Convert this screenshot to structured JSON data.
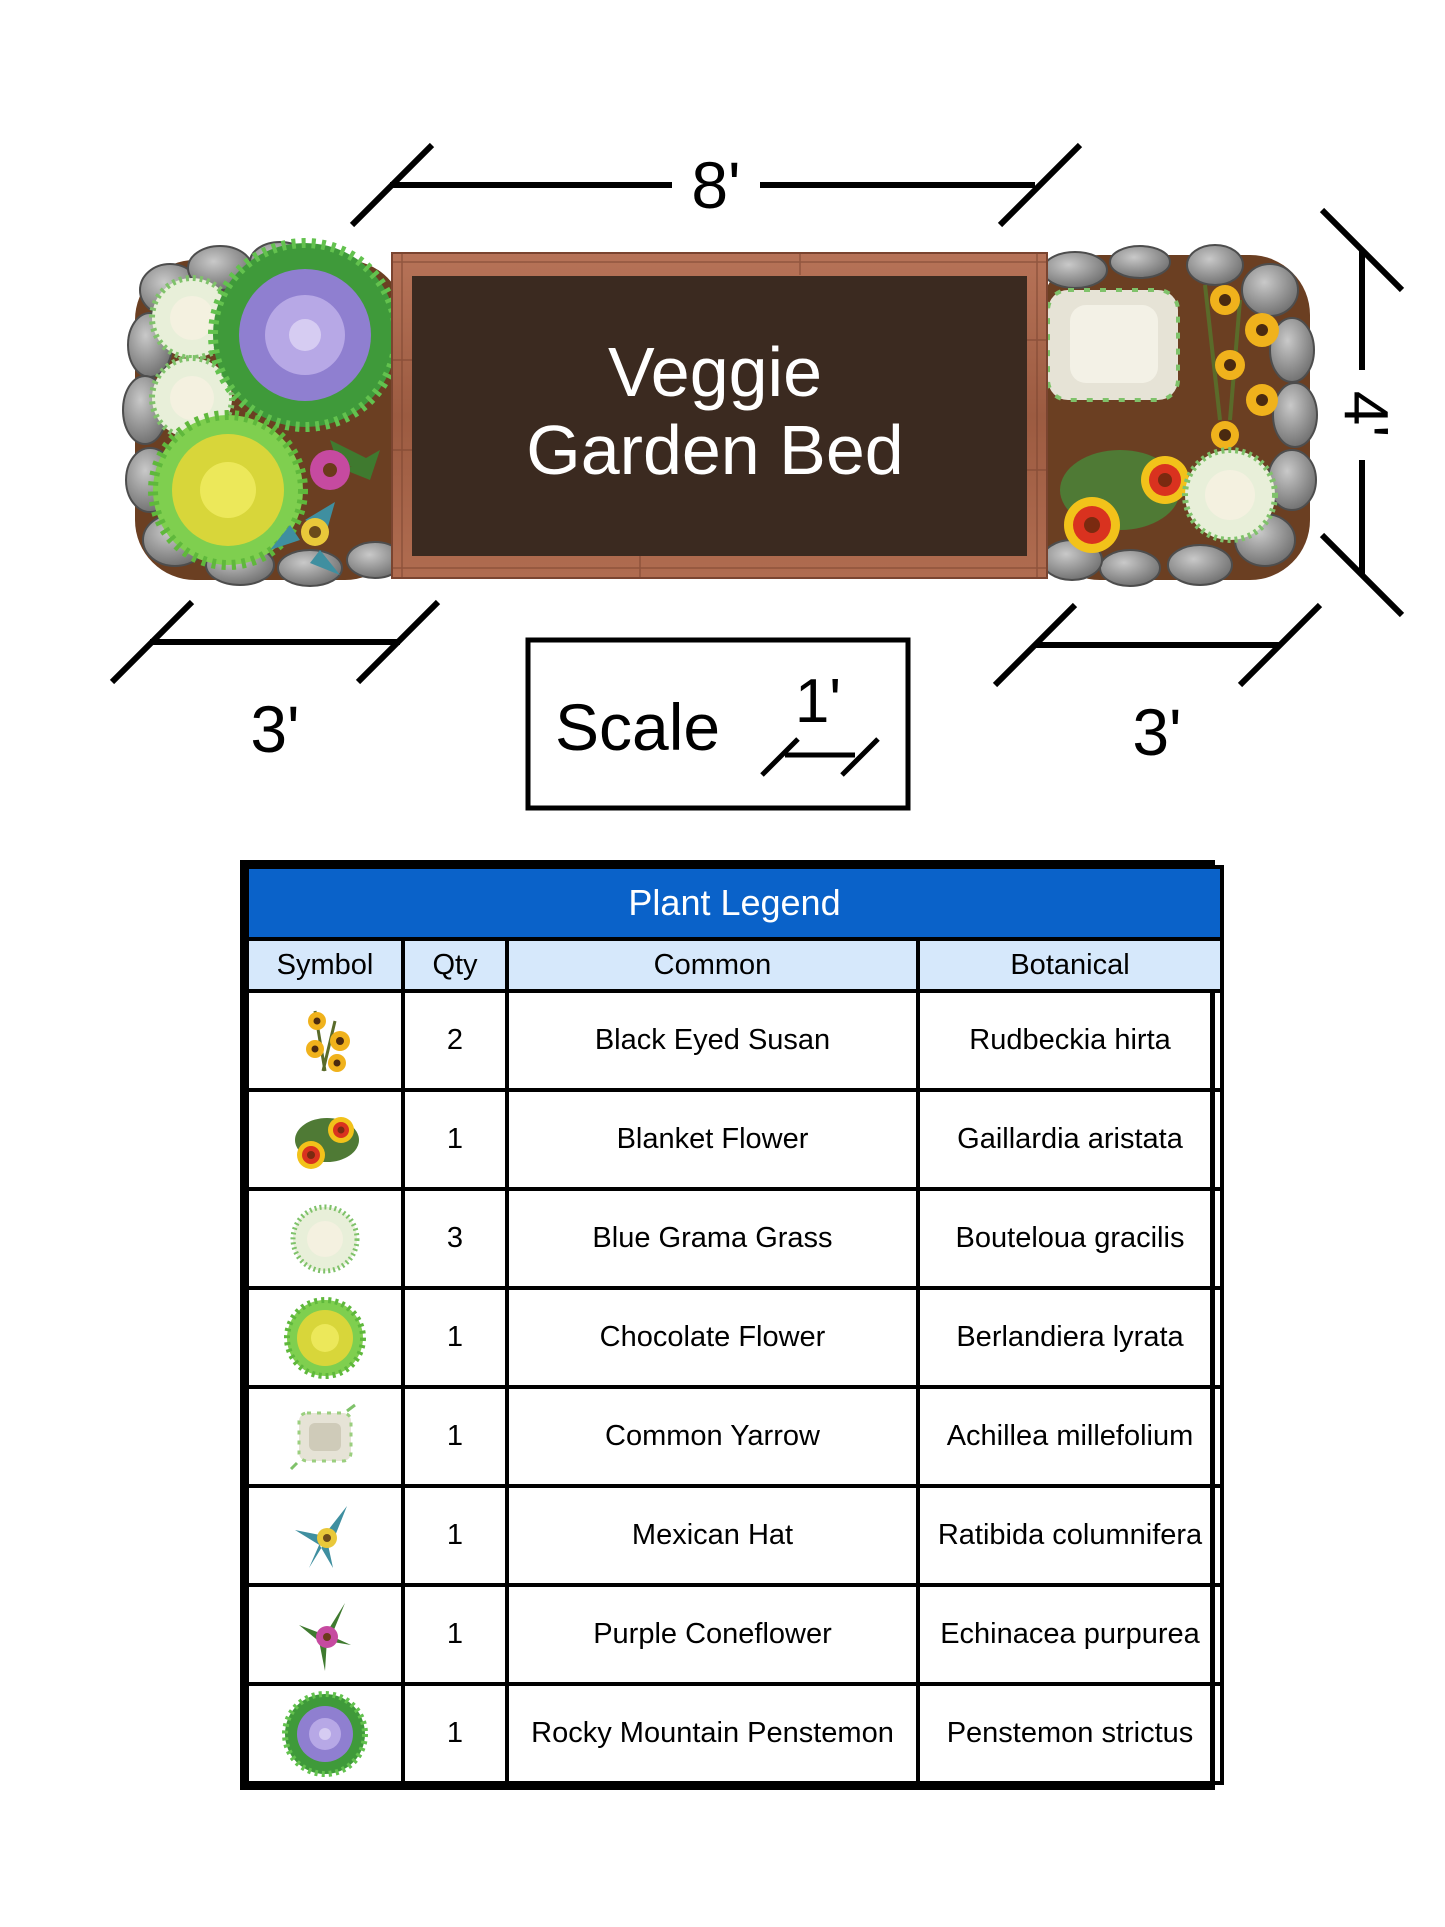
{
  "plan": {
    "title_line1": "Veggie",
    "title_line2": "Garden Bed",
    "dim_top": "8'",
    "dim_right": "4'",
    "dim_left": "3'",
    "dim_right_bottom": "3'",
    "scale_label": "Scale",
    "scale_value": "1'"
  },
  "legend": {
    "title": "Plant Legend",
    "headers": [
      "Symbol",
      "Qty",
      "Common",
      "Botanical"
    ],
    "rows": [
      {
        "icon": "black-eyed-susan-icon",
        "qty": "2",
        "common": "Black Eyed Susan",
        "botanical": "Rudbeckia hirta"
      },
      {
        "icon": "blanket-flower-icon",
        "qty": "1",
        "common": "Blanket Flower",
        "botanical": "Gaillardia aristata"
      },
      {
        "icon": "blue-grama-grass-icon",
        "qty": "3",
        "common": "Blue Grama Grass",
        "botanical": "Bouteloua gracilis"
      },
      {
        "icon": "chocolate-flower-icon",
        "qty": "1",
        "common": "Chocolate Flower",
        "botanical": "Berlandiera lyrata"
      },
      {
        "icon": "common-yarrow-icon",
        "qty": "1",
        "common": "Common Yarrow",
        "botanical": "Achillea millefolium"
      },
      {
        "icon": "mexican-hat-icon",
        "qty": "1",
        "common": "Mexican Hat",
        "botanical": "Ratibida columnifera"
      },
      {
        "icon": "purple-coneflower-icon",
        "qty": "1",
        "common": "Purple Coneflower",
        "botanical": "Echinacea purpurea"
      },
      {
        "icon": "rocky-mountain-penstemon-icon",
        "qty": "1",
        "common": "Rocky Mountain Penstemon",
        "botanical": "Penstemon strictus"
      }
    ]
  },
  "colors": {
    "legend_title_bg": "#0a62c9",
    "legend_header_bg": "#d6e8fb",
    "soil": "#3b2a20",
    "wood": "#a8664a",
    "mulch": "#6b3f22",
    "stone": "#8a8a8a"
  }
}
